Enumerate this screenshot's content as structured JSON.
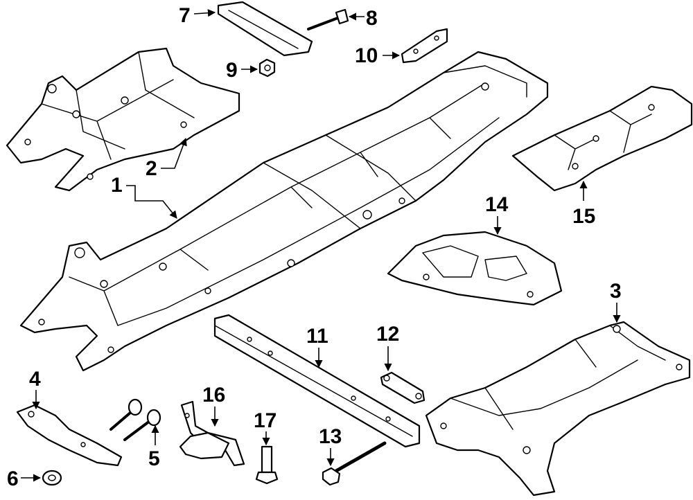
{
  "callouts": [
    {
      "id": "1",
      "label": "1"
    },
    {
      "id": "2",
      "label": "2"
    },
    {
      "id": "3",
      "label": "3"
    },
    {
      "id": "4",
      "label": "4"
    },
    {
      "id": "5",
      "label": "5"
    },
    {
      "id": "6",
      "label": "6"
    },
    {
      "id": "7",
      "label": "7"
    },
    {
      "id": "8",
      "label": "8"
    },
    {
      "id": "9",
      "label": "9"
    },
    {
      "id": "10",
      "label": "10"
    },
    {
      "id": "11",
      "label": "11"
    },
    {
      "id": "12",
      "label": "12"
    },
    {
      "id": "13",
      "label": "13"
    },
    {
      "id": "14",
      "label": "14"
    },
    {
      "id": "15",
      "label": "15"
    },
    {
      "id": "16",
      "label": "16"
    },
    {
      "id": "17",
      "label": "17"
    }
  ],
  "colors": {
    "line": "#000000",
    "background": "#ffffff"
  }
}
